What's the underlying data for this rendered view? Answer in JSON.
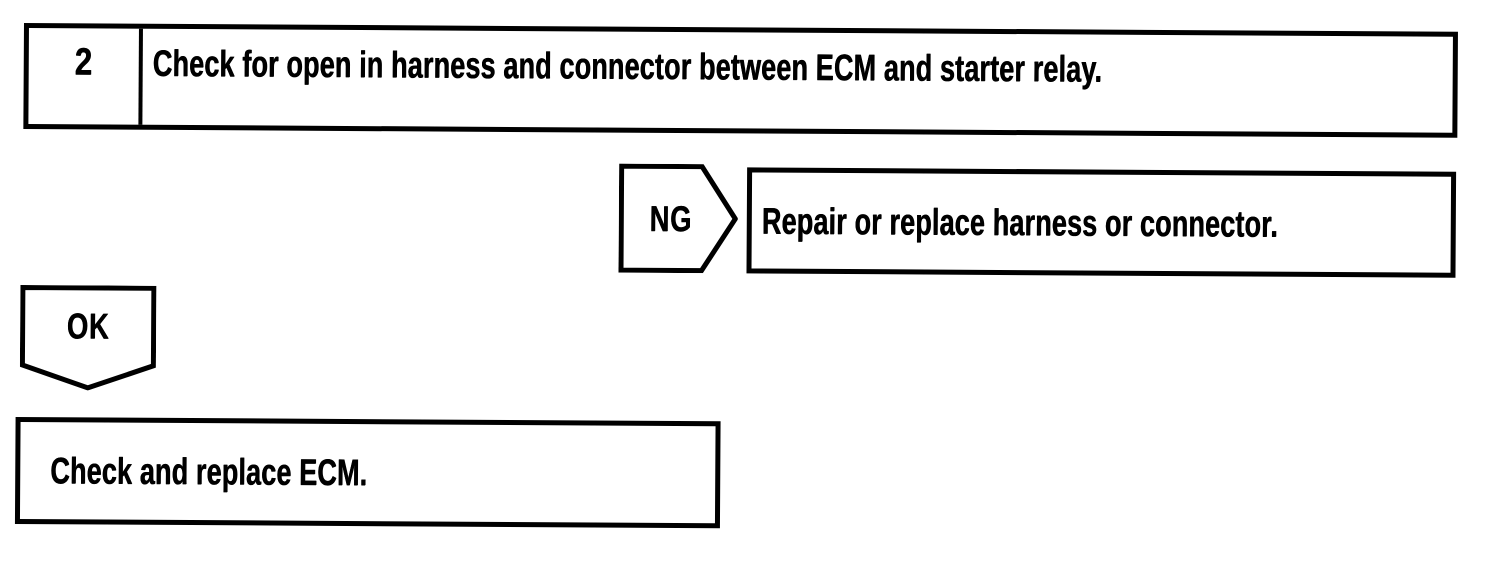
{
  "flowchart": {
    "step": {
      "number": "2",
      "instruction": "Check for open in harness and connector between ECM and starter relay."
    },
    "ng": {
      "label": "NG",
      "action": "Repair or replace harness or connector."
    },
    "ok": {
      "label": "OK",
      "action": "Check and replace ECM."
    },
    "colors": {
      "ink": "#000000",
      "paper": "#ffffff"
    }
  }
}
